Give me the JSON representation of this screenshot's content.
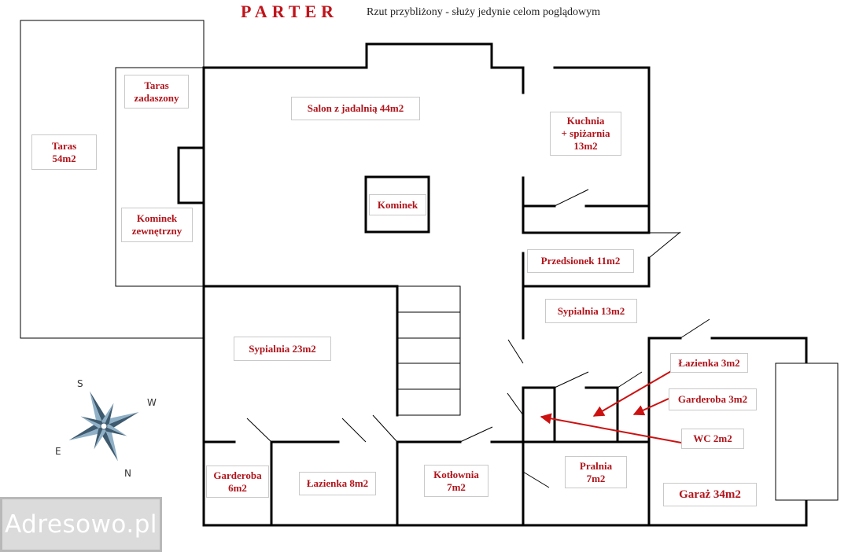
{
  "header": {
    "title": "PARTER",
    "subtitle": "Rzut przybliżony - służy jedynie celom poglądowym"
  },
  "rooms": {
    "taras": "Taras\n54m2",
    "taras_zadaszony": "Taras\nzadaszony",
    "kominek_zewnetrzny": "Kominek\nzewnętrzny",
    "salon": "Salon z jadalnią 44m2",
    "kominek": "Kominek",
    "kuchnia": "Kuchnia\n+ spiżarnia\n13m2",
    "przedsionek": "Przedsionek 11m2",
    "sypialnia_13": "Sypialnia  13m2",
    "sypialnia_23": "Sypialnia  23m2",
    "lazienka_3": "Łazienka 3m2",
    "garderoba_3": "Garderoba 3m2",
    "wc": "WC 2m2",
    "garderoba_6": "Garderoba\n6m2",
    "lazienka_8": "Łazienka 8m2",
    "kotlownia": "Kotłownia\n7m2",
    "pralnia": "Pralnia\n7m2",
    "garaz": "Garaż 34m2"
  },
  "compass": {
    "s": "S",
    "w": "W",
    "e": "E",
    "n": "N"
  },
  "colors": {
    "walls": "#000000",
    "labels": "#b0141b",
    "arrows": "#cc1111",
    "compass": "#4a6a80"
  },
  "watermark": "Adresowo.pl"
}
